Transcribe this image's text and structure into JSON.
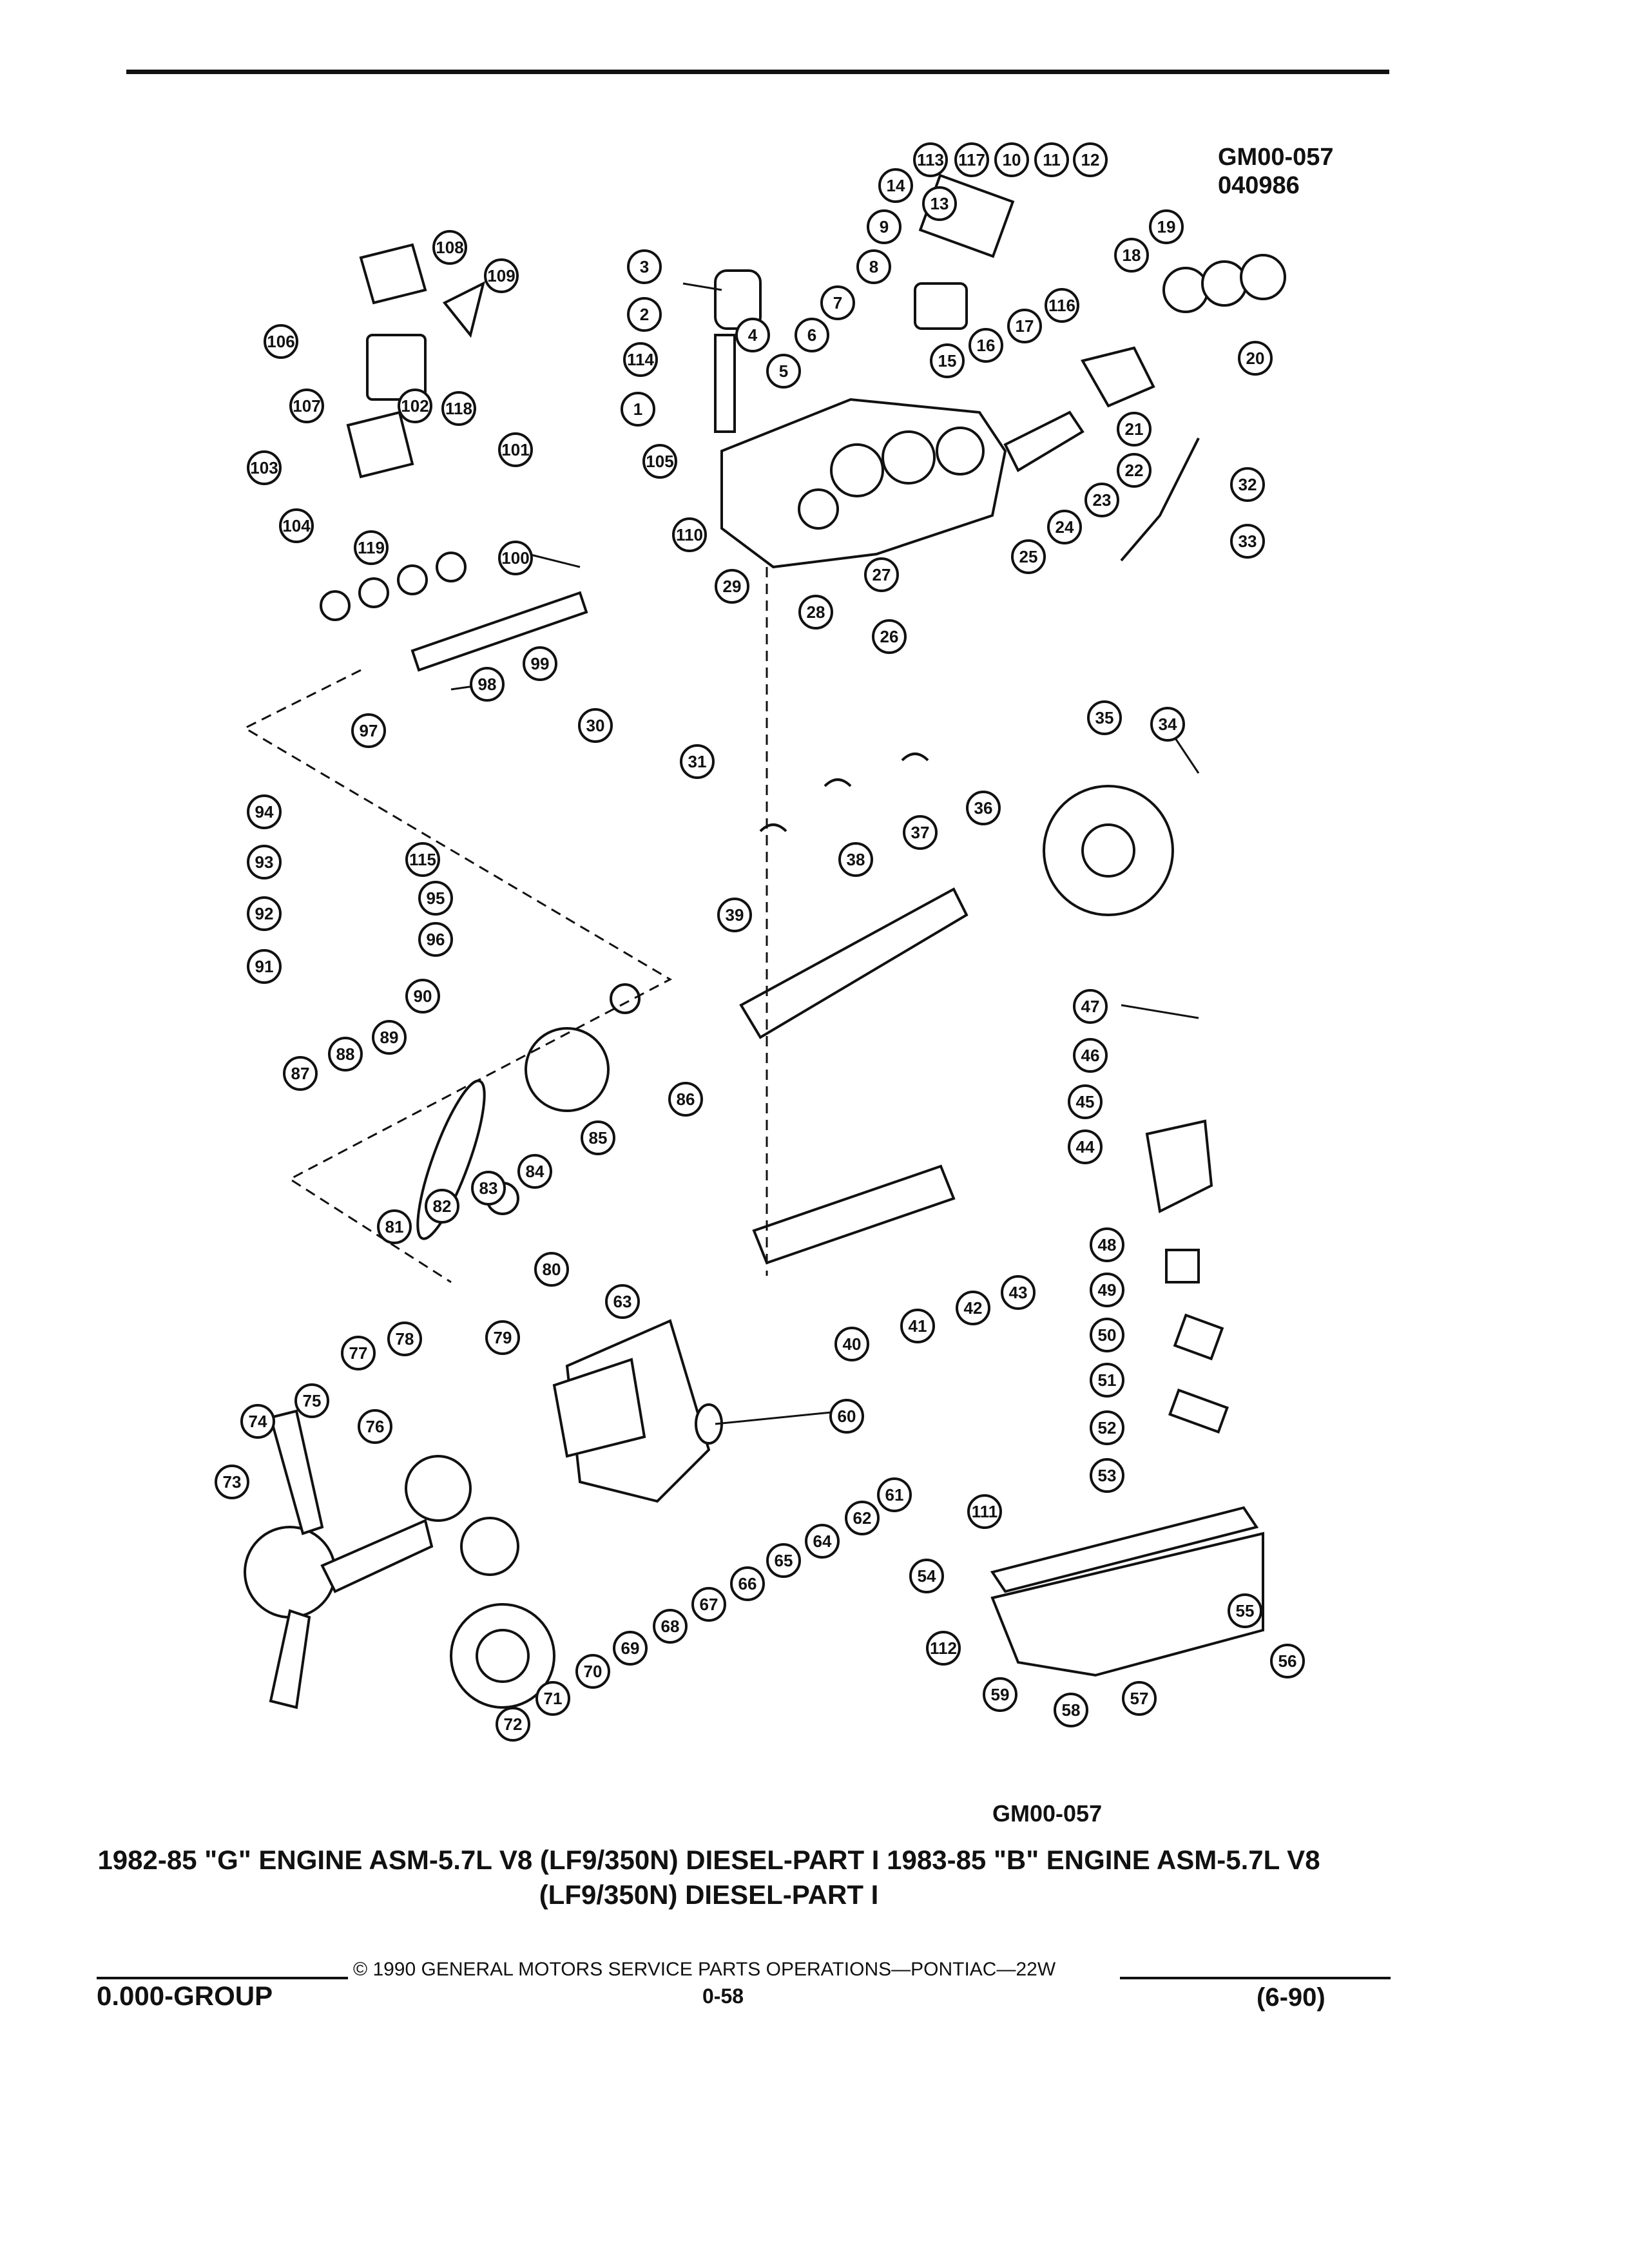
{
  "plate": {
    "code_line1": "GM00-057",
    "code_line2": "040986"
  },
  "figure_code": "GM00-057",
  "caption": "1982-85 \"G\" ENGINE ASM-5.7L V8 (LF9/350N) DIESEL-PART I 1983-85 \"B\" ENGINE ASM-5.7L V8 (LF9/350N) DIESEL-PART I",
  "footer": {
    "copyright": "© 1990 GENERAL MOTORS SERVICE PARTS OPERATIONS—PONTIAC—22W",
    "group": "0.000-GROUP",
    "page": "0-58",
    "date_code": "(6-90)"
  },
  "callouts": [
    "1",
    "2",
    "3",
    "4",
    "5",
    "6",
    "7",
    "8",
    "9",
    "10",
    "11",
    "12",
    "13",
    "14",
    "15",
    "16",
    "17",
    "18",
    "19",
    "20",
    "21",
    "22",
    "23",
    "24",
    "25",
    "26",
    "27",
    "28",
    "29",
    "30",
    "31",
    "32",
    "33",
    "34",
    "35",
    "36",
    "37",
    "38",
    "39",
    "40",
    "41",
    "42",
    "43",
    "44",
    "45",
    "46",
    "47",
    "48",
    "49",
    "50",
    "51",
    "52",
    "53",
    "54",
    "55",
    "56",
    "57",
    "58",
    "59",
    "60",
    "61",
    "62",
    "63",
    "64",
    "65",
    "66",
    "67",
    "68",
    "69",
    "70",
    "71",
    "72",
    "73",
    "74",
    "75",
    "76",
    "77",
    "78",
    "79",
    "80",
    "81",
    "82",
    "83",
    "84",
    "85",
    "86",
    "87",
    "88",
    "89",
    "90",
    "91",
    "92",
    "93",
    "94",
    "95",
    "96",
    "97",
    "98",
    "99",
    "100",
    "101",
    "102",
    "103",
    "104",
    "105",
    "106",
    "107",
    "108",
    "109",
    "110",
    "111",
    "112",
    "113",
    "114",
    "115",
    "116",
    "117",
    "118",
    "119"
  ]
}
